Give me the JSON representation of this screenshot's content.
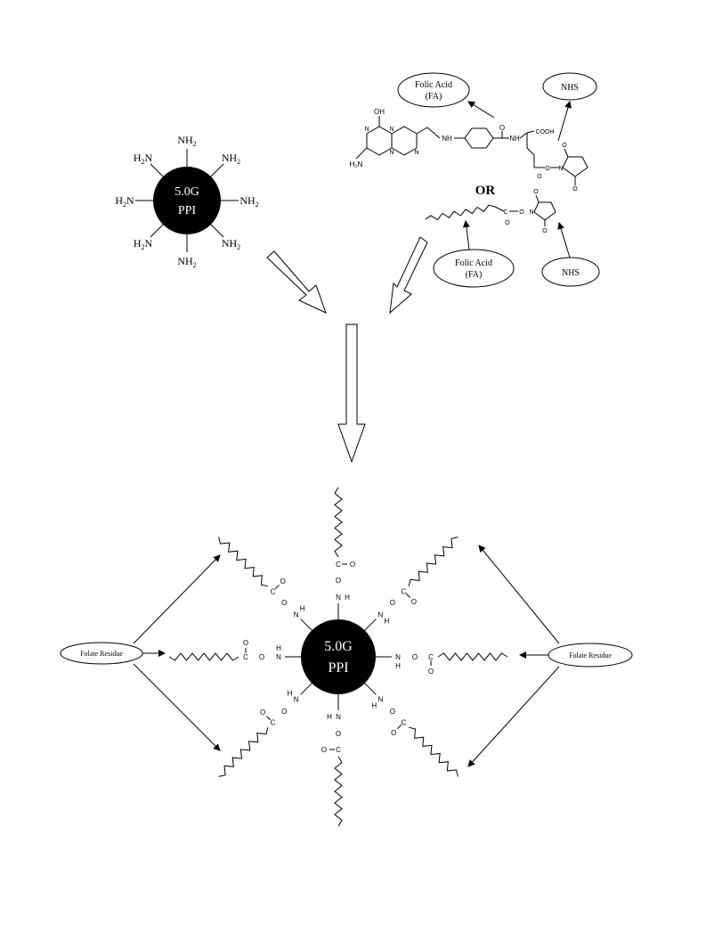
{
  "reactant_core": {
    "label_line1": "5.0G",
    "label_line2": "PPI",
    "group_label": "NH",
    "group_subscript": "2",
    "group_count": 8
  },
  "folic_acid_structure": {
    "oh_label": "OH",
    "n_label": "N",
    "nh2_label": "H₂N",
    "nh_label": "NH",
    "amide_nh_label": "NH",
    "o_label": "O",
    "cooh_label": "COOH"
  },
  "callouts": {
    "fa_top_line1": "Folic Acid",
    "fa_top_line2": "(FA)",
    "nhs_top": "NHS",
    "or_label": "OR",
    "fa_bottom_line1": "Folic Acid",
    "fa_bottom_line2": "(FA)",
    "nhs_bottom": "NHS"
  },
  "product": {
    "label_line1": "5.0G",
    "label_line2": "PPI",
    "folate_residue_left": "Folate Residue",
    "folate_residue_right": "Folate Residue",
    "atom_n": "N",
    "atom_h": "H",
    "atom_o": "O",
    "atom_c": "C"
  },
  "colors": {
    "core_fill": "#000000",
    "core_text": "#ffffff",
    "line": "#000000",
    "arrow_fill": "#ffffff"
  }
}
